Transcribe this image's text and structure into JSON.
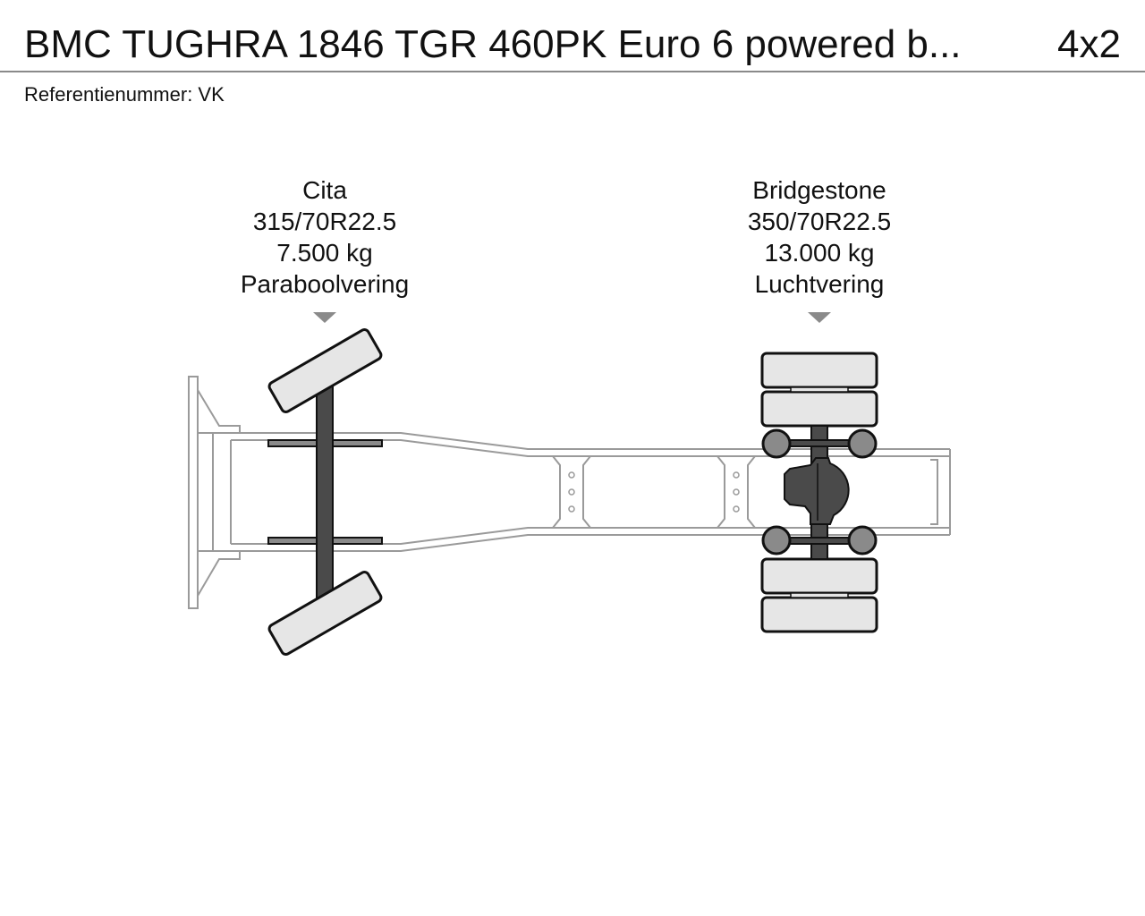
{
  "header": {
    "title": "BMC TUGHRA 1846 TGR 460PK Euro 6 powered b...",
    "axle_config": "4x2"
  },
  "reference": {
    "text": "Referentienummer: VK"
  },
  "axles": [
    {
      "brand": "Cita",
      "tire_size": "315/70R22.5",
      "load": "7.500 kg",
      "suspension": "Paraboolvering"
    },
    {
      "brand": "Bridgestone",
      "tire_size": "350/70R22.5",
      "load": "13.000 kg",
      "suspension": "Luchtvering"
    }
  ],
  "colors": {
    "frame_stroke": "#9a9a9a",
    "tire_fill": "#e6e6e6",
    "axle_fill": "#4a4a4a",
    "marker": "#8a8a8a"
  }
}
